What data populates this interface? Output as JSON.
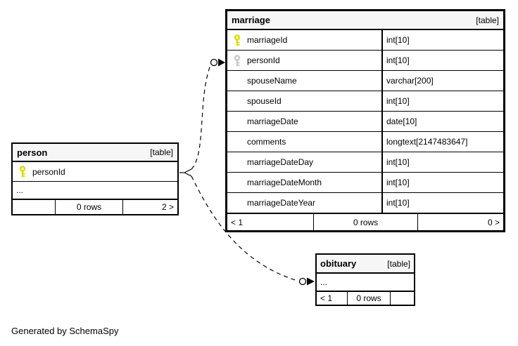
{
  "diagram": {
    "generated_note": "Generated by SchemaSpy"
  },
  "tables": {
    "marriage": {
      "title": "marriage",
      "badge": "[table]",
      "columns": [
        {
          "name": "marriageId",
          "type": "int[10]",
          "key": "primary"
        },
        {
          "name": "personId",
          "type": "int[10]",
          "key": "foreign"
        },
        {
          "name": "spouseName",
          "type": "varchar[200]",
          "key": ""
        },
        {
          "name": "spouseId",
          "type": "int[10]",
          "key": ""
        },
        {
          "name": "marriageDate",
          "type": "date[10]",
          "key": ""
        },
        {
          "name": "comments",
          "type": "longtext[2147483647]",
          "key": ""
        },
        {
          "name": "marriageDateDay",
          "type": "int[10]",
          "key": ""
        },
        {
          "name": "marriageDateMonth",
          "type": "int[10]",
          "key": ""
        },
        {
          "name": "marriageDateYear",
          "type": "int[10]",
          "key": ""
        }
      ],
      "footer": {
        "parents": "< 1",
        "rows": "0 rows",
        "children": "0 >"
      }
    },
    "person": {
      "title": "person",
      "badge": "[table]",
      "columns": [
        {
          "name": "personId",
          "type": "",
          "key": "primary"
        }
      ],
      "ellipsis": "...",
      "footer": {
        "parents": "",
        "rows": "0 rows",
        "children": "2 >"
      }
    },
    "obituary": {
      "title": "obituary",
      "badge": "[table]",
      "ellipsis": "...",
      "footer": {
        "parents": "< 1",
        "rows": "0 rows",
        "children": ""
      }
    }
  },
  "relationships": [
    {
      "from": "person.personId",
      "to": "marriage.personId",
      "style": "dashed zero-or-one to many"
    },
    {
      "from": "person.personId",
      "to": "obituary",
      "style": "dashed zero-or-one to many"
    }
  ],
  "colors": {
    "primary_key_icon": "#dcdc00",
    "foreign_key_icon": "#c8c8c8",
    "table_header_bg": "#f6f6f6",
    "border": "#000000",
    "background": "#ffffff"
  }
}
